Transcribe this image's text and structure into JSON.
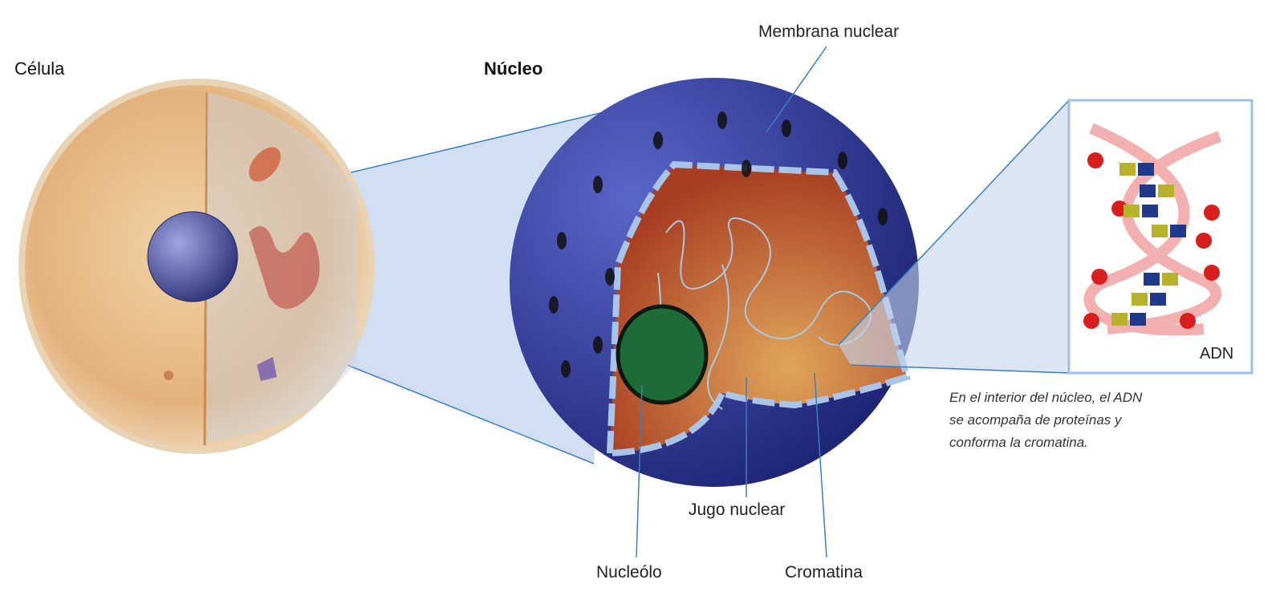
{
  "titles": {
    "cell": "Célula",
    "nucleus": "Núcleo"
  },
  "labels": {
    "nuclear_membrane": "Membrana nuclear",
    "nuclear_sap": "Jugo nuclear",
    "nucleolus": "Nucleólo",
    "chromatin": "Cromatina",
    "dna": "ADN"
  },
  "caption": {
    "lines": [
      "En el interior del núcleo, el ADN",
      "se acompaña de proteínas y",
      "conforma la cromatina."
    ]
  },
  "colors": {
    "cell": "#e9c79a",
    "nucleus_membrane": "#2e3a94",
    "nucleus_interior": "#b5502a",
    "nucleolus": "#1f6b37",
    "zoom_cone": "#b7c8e6",
    "leader_line": "#3a7fc1"
  }
}
